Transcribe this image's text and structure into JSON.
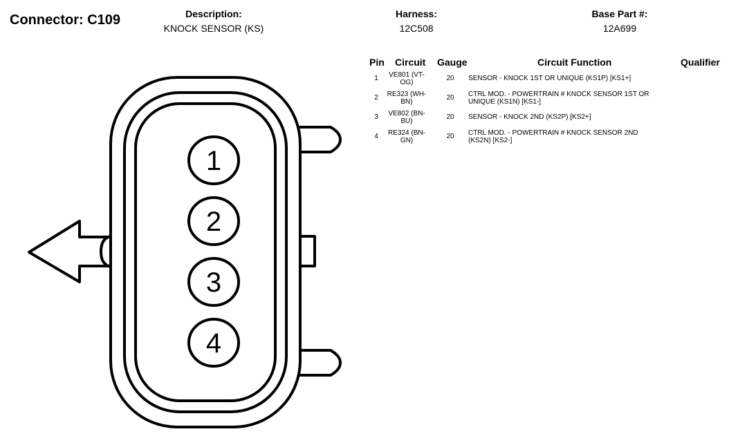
{
  "header": {
    "connector": "Connector: C109",
    "description_label": "Description:",
    "description_value": "KNOCK SENSOR (KS)",
    "harness_label": "Harness:",
    "harness_value": "12C508",
    "base_part_label": "Base Part #:",
    "base_part_value": "12A699"
  },
  "connector_pins": [
    "1",
    "2",
    "3",
    "4"
  ],
  "table": {
    "headers": {
      "pin": "Pin",
      "circuit": "Circuit",
      "gauge": "Gauge",
      "function": "Circuit Function",
      "qualifier": "Qualifier"
    },
    "rows": [
      {
        "pin": "1",
        "circuit": "VE801 (VT-\nOG)",
        "gauge": "20",
        "function": "SENSOR - KNOCK 1ST OR UNIQUE (KS1P) [KS1+]"
      },
      {
        "pin": "2",
        "circuit": "RE323 (WH-\nBN)",
        "gauge": "20",
        "function": "CTRL MOD. - POWERTRAIN # KNOCK SENSOR 1ST OR\nUNIQUE (KS1N) [KS1-]"
      },
      {
        "pin": "3",
        "circuit": "VE802 (BN-\nBU)",
        "gauge": "20",
        "function": "SENSOR - KNOCK 2ND (KS2P) [KS2+]"
      },
      {
        "pin": "4",
        "circuit": "RE324 (BN-\nGN)",
        "gauge": "20",
        "function": "CTRL MOD. - POWERTRAIN # KNOCK SENSOR 2ND\n(KS2N) [KS2-]"
      }
    ]
  }
}
